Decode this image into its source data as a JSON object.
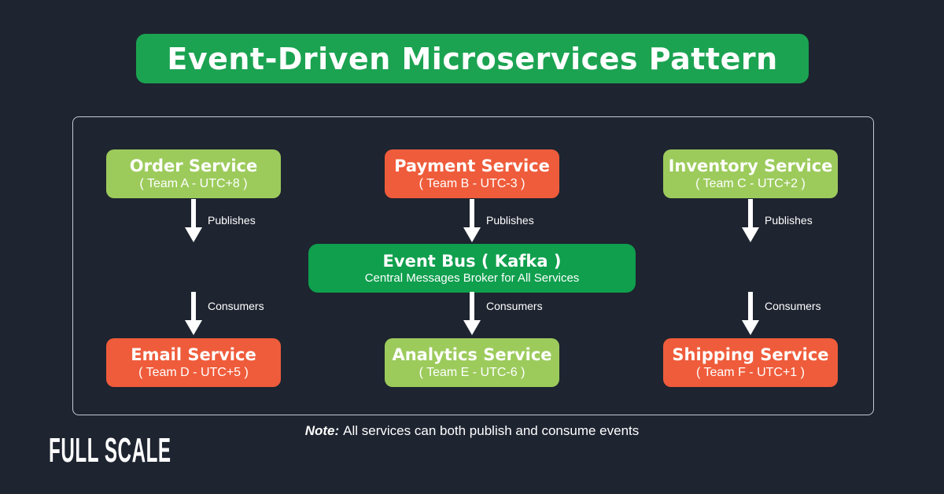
{
  "title": "Event-Driven Microservices Pattern",
  "colors": {
    "background": "#1E2430",
    "banner_green": "#1BA351",
    "bus_green": "#0F9F4D",
    "lime": "#9CCB5C",
    "orange": "#EF5C3B",
    "frame_border": "#C6CBD2",
    "text": "#FFFFFF"
  },
  "icons": {
    "flow_arrow": "arrow-down"
  },
  "diagram": {
    "top_services": [
      {
        "title": "Order Service",
        "subtitle": "( Team A - UTC+8 )",
        "color": "lime"
      },
      {
        "title": "Payment Service",
        "subtitle": "( Team B - UTC-3 )",
        "color": "orange"
      },
      {
        "title": "Inventory Service",
        "subtitle": "( Team C - UTC+2 )",
        "color": "lime"
      }
    ],
    "event_bus": {
      "title": "Event Bus ( Kafka )",
      "subtitle": "Central Messages Broker for All Services"
    },
    "bottom_services": [
      {
        "title": "Email Service",
        "subtitle": "( Team D - UTC+5 )",
        "color": "orange"
      },
      {
        "title": "Analytics Service",
        "subtitle": "( Team E - UTC-6 )",
        "color": "lime"
      },
      {
        "title": "Shipping Service",
        "subtitle": "( Team F - UTC+1 )",
        "color": "orange"
      }
    ],
    "publish_label": "Publishes",
    "consume_label": "Consumers"
  },
  "note": {
    "prefix": "Note:",
    "text": "All services can both publish and consume events"
  },
  "logo": {
    "text": "FULL SCALE"
  }
}
